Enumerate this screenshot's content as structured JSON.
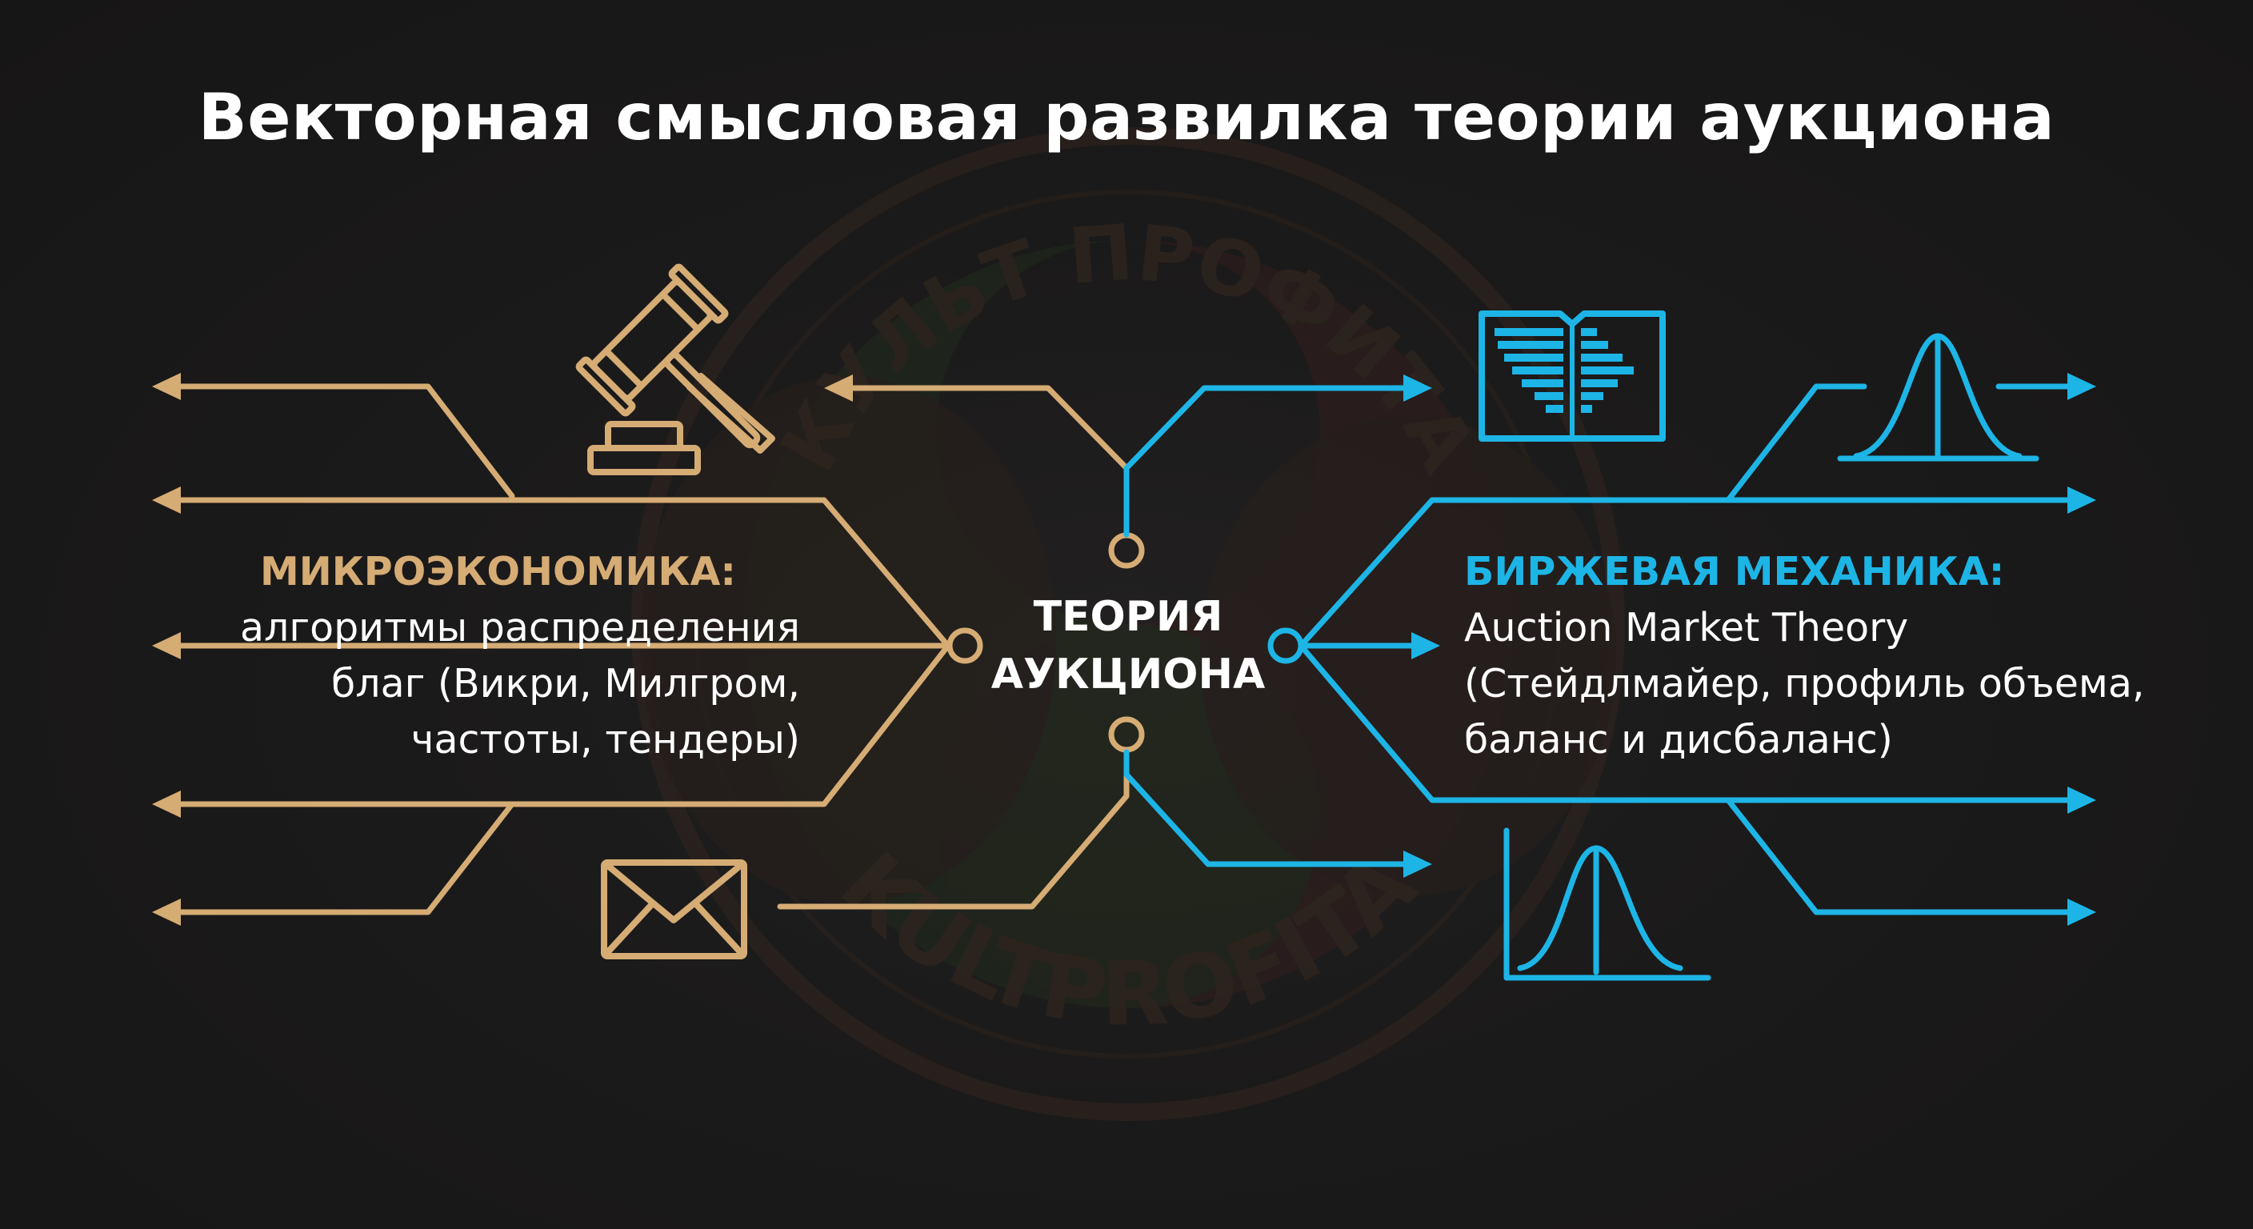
{
  "title": "Векторная смысловая развилка теории аукциона",
  "center": {
    "line1": "ТЕОРИЯ",
    "line2": "АУКЦИОНА"
  },
  "left": {
    "heading": "МИКРОЭКОНОМИКА:",
    "lines": [
      "алгоритмы распределения",
      "благ (Викри, Милгром,",
      "частоты, тендеры)"
    ],
    "color": "#d6ac75"
  },
  "right": {
    "heading": "БИРЖЕВАЯ МЕХАНИКА:",
    "lines": [
      "Auction Market Theory",
      "(Стейдлмайер, профиль объема,",
      "баланс и дисбаланс)"
    ],
    "color": "#1db5e6"
  },
  "icons": {
    "left": [
      "gavel-icon",
      "envelope-icon"
    ],
    "right": [
      "order-book-icon",
      "bell-curve-icon",
      "distribution-chart-icon"
    ]
  },
  "watermark": {
    "top_text": "КУЛЬТ ПРОФИТА",
    "bottom_text": "KULTPROFITA"
  }
}
